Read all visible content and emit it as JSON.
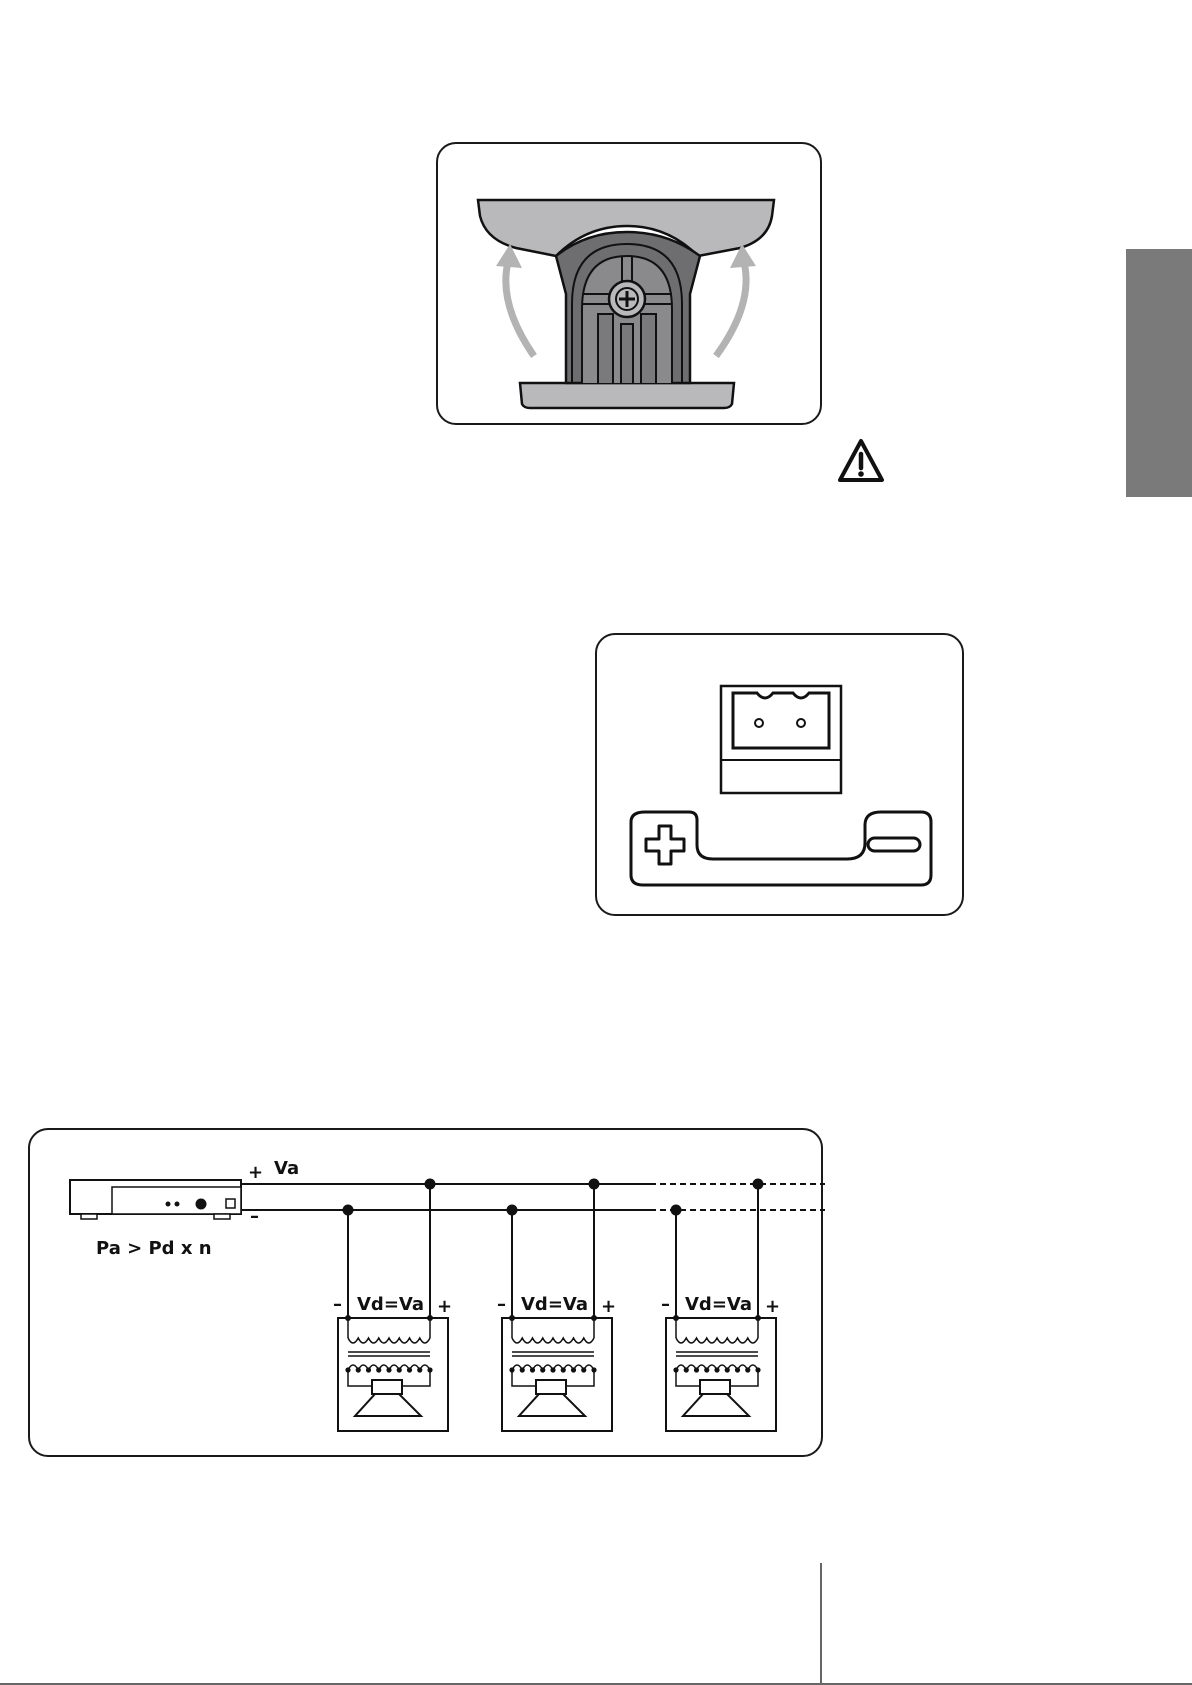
{
  "colors": {
    "line": "#111111",
    "fill_gray": "#b9b9bc",
    "dark_gray": "#6e6e70",
    "arrow_gray": "#b3b3b3",
    "tab_gray": "#7a7a7a"
  },
  "icons": {
    "warning": "warning-triangle-icon",
    "plus": "plus-icon",
    "minus": "minus-icon"
  },
  "wiring": {
    "line_plus_sign": "+",
    "line_minus_sign": "–",
    "line_voltage_label": "Va",
    "power_formula": "Pa > Pd  x  n",
    "speakers": [
      {
        "minus_sign": "–",
        "label": "Vd=Va",
        "plus_sign": "+"
      },
      {
        "minus_sign": "–",
        "label": "Vd=Va",
        "plus_sign": "+"
      },
      {
        "minus_sign": "–",
        "label": "Vd=Va",
        "plus_sign": "+"
      }
    ]
  }
}
